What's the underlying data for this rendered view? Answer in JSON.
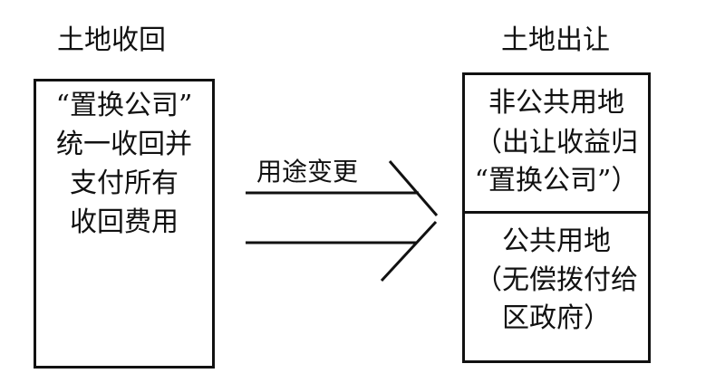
{
  "left": {
    "title": "土地收回",
    "box_lines": [
      "“置换公司”",
      "统一收回并",
      "支付所有",
      "收回费用"
    ]
  },
  "arrow": {
    "label": "用途变更"
  },
  "right": {
    "title": "土地出让",
    "upper_lines": [
      "非公共用地",
      "（出让收益归",
      "“置换公司”）"
    ],
    "lower_lines": [
      "公共用地",
      "（无偿拨付给",
      "区政府）"
    ]
  }
}
